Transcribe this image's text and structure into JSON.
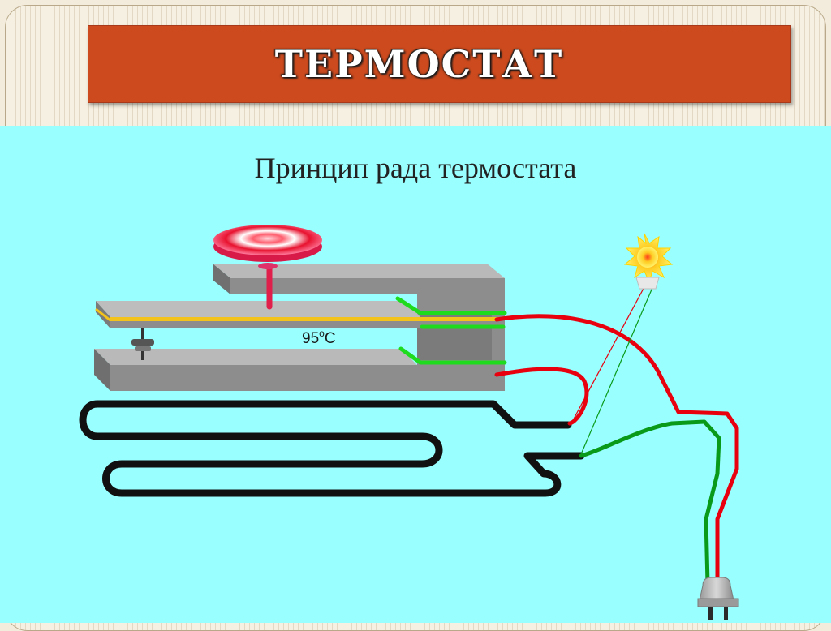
{
  "slide": {
    "title": "ТЕРМОСТАТ",
    "subtitle": "Принцип рада термостата"
  },
  "diagram": {
    "temperature_value": "95",
    "temperature_degree": "o",
    "temperature_unit": "C"
  },
  "colors": {
    "title_bar": "#cc4a1e",
    "content_background": "#99ffff",
    "housing_gray": "#8d8d8d",
    "bimetal_strip": "#f3c21b",
    "contact_green": "#1edb1e",
    "wire_red": "#e8000e",
    "wire_green": "#0a9a1a",
    "heater_coil": "#111111"
  }
}
